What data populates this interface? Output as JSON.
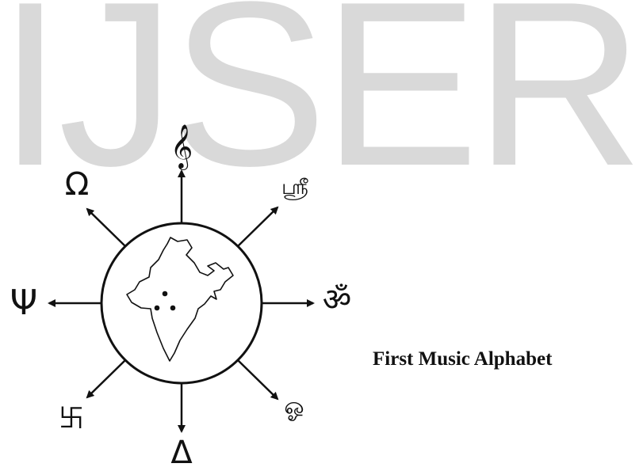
{
  "watermark": {
    "text": "IJSER",
    "color": "#d9d9d9"
  },
  "caption": "First Music Alphabet",
  "symbols": {
    "treble_clef": "𝄞",
    "tamil_sri": "ஸ்ரீ",
    "om": "ॐ",
    "tamil_om": "ஓ",
    "triangle": "Δ",
    "swastika": "卐",
    "psi": "Ψ",
    "omega": "Ω"
  }
}
